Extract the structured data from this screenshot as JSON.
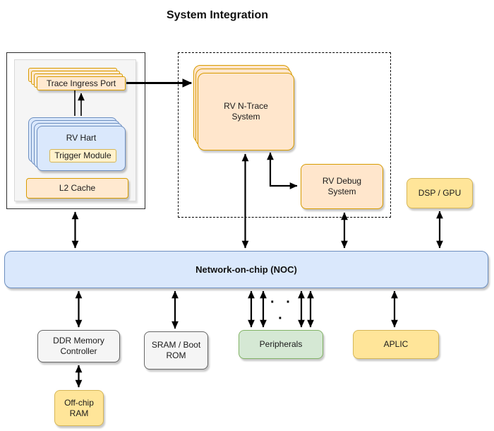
{
  "title": "System Integration",
  "colors": {
    "orange_fill": "#ffe6cc",
    "orange_border": "#d79b00",
    "blue_fill": "#dae8fc",
    "blue_border": "#6c8ebf",
    "yellow_fill": "#ffe599",
    "pale_yellow_fill": "#fff2cc",
    "yellow_border": "#d6b656",
    "green_fill": "#d5e8d4",
    "green_border": "#82b366",
    "gray_fill": "#f5f5f5",
    "gray_border": "#666666",
    "line_color": "#000000"
  },
  "labels": {
    "trace_ingress_port": "Trace Ingress Port",
    "rv_hart": "RV Hart",
    "trigger_module": "Trigger Module",
    "l2_cache": "L2 Cache",
    "rv_ntrace_system": "RV N-Trace\nSystem",
    "rv_debug_system": "RV Debug\nSystem",
    "dsp_gpu": "DSP / GPU",
    "noc": "Network-on-chip (NOC)",
    "ddr_memory_controller": "DDR Memory\nController",
    "sram_boot_rom": "SRAM / Boot\nROM",
    "peripherals": "Peripherals",
    "peripherals_ellipsis": "· · ·",
    "aplic": "APLIC",
    "offchip_ram": "Off-chip\nRAM"
  }
}
